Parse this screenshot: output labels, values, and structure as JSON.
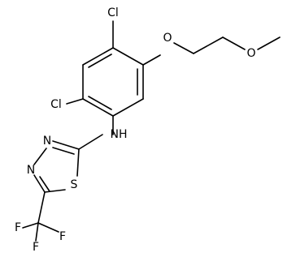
{
  "atoms": {
    "cl_top": "Cl",
    "cl_left": "Cl",
    "ether_o": "O",
    "methoxy_o": "O",
    "nh": "NH",
    "n_upper": "N",
    "n_lower": "N",
    "s": "S",
    "f_1": "F",
    "f_2": "F",
    "f_3": "F"
  }
}
